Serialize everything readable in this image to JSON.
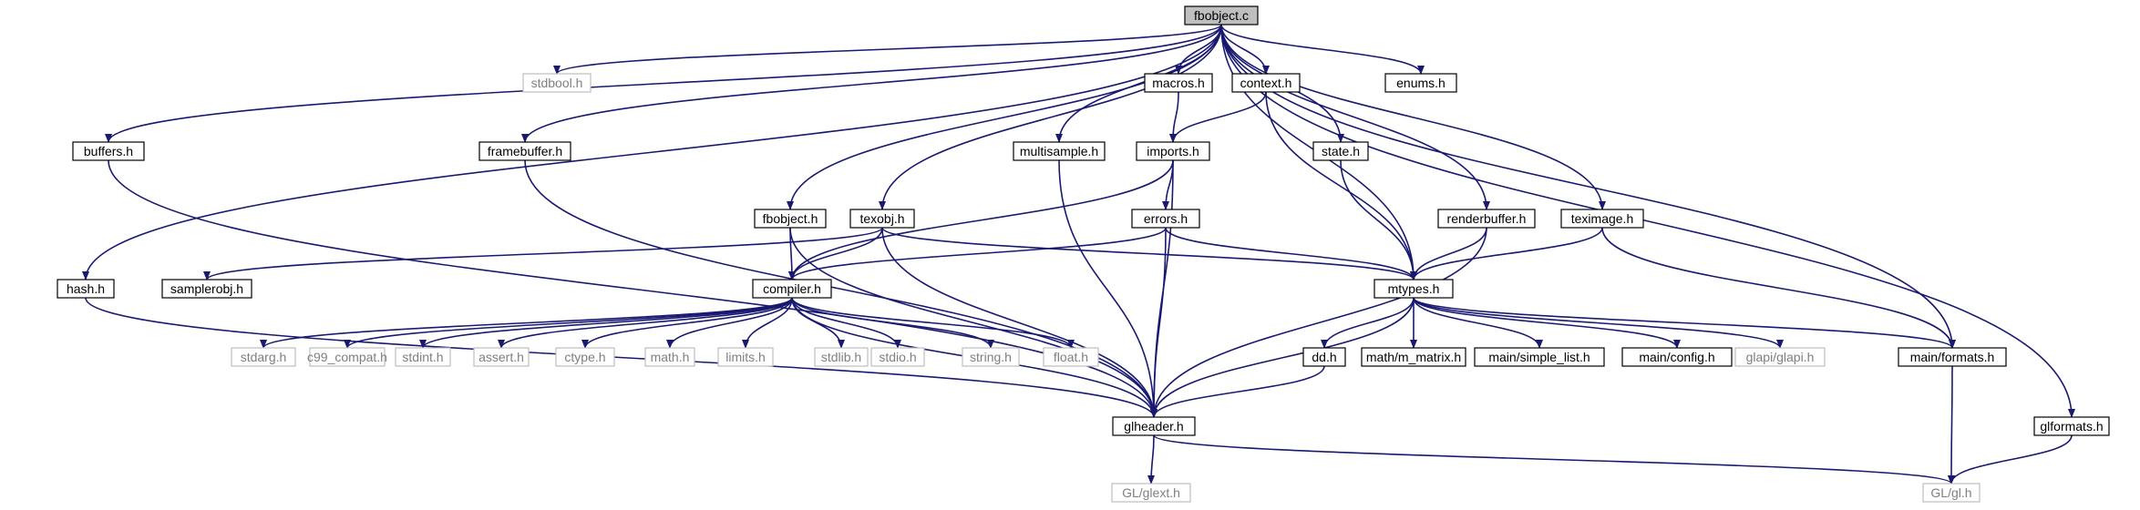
{
  "graph": {
    "colors": {
      "edge": "#191970",
      "node_border": "#000000",
      "system_border": "#bfbfbf",
      "system_text": "#7f7f7f",
      "root_fill": "#bfbfbf",
      "node_fill": "#ffffff",
      "text": "#000000"
    },
    "nodes": [
      {
        "id": "fbobject_c",
        "label": "fbobject.c",
        "kind": "root"
      },
      {
        "id": "stdbool_h",
        "label": "stdbool.h",
        "kind": "system"
      },
      {
        "id": "macros_h",
        "label": "macros.h",
        "kind": "local"
      },
      {
        "id": "context_h",
        "label": "context.h",
        "kind": "local"
      },
      {
        "id": "enums_h",
        "label": "enums.h",
        "kind": "local"
      },
      {
        "id": "buffers_h",
        "label": "buffers.h",
        "kind": "local"
      },
      {
        "id": "framebuffer_h",
        "label": "framebuffer.h",
        "kind": "local"
      },
      {
        "id": "multisample_h",
        "label": "multisample.h",
        "kind": "local"
      },
      {
        "id": "imports_h",
        "label": "imports.h",
        "kind": "local"
      },
      {
        "id": "state_h",
        "label": "state.h",
        "kind": "local"
      },
      {
        "id": "fbobject_h",
        "label": "fbobject.h",
        "kind": "local"
      },
      {
        "id": "texobj_h",
        "label": "texobj.h",
        "kind": "local"
      },
      {
        "id": "errors_h",
        "label": "errors.h",
        "kind": "local"
      },
      {
        "id": "renderbuffer_h",
        "label": "renderbuffer.h",
        "kind": "local"
      },
      {
        "id": "teximage_h",
        "label": "teximage.h",
        "kind": "local"
      },
      {
        "id": "hash_h",
        "label": "hash.h",
        "kind": "local"
      },
      {
        "id": "samplerobj_h",
        "label": "samplerobj.h",
        "kind": "local"
      },
      {
        "id": "compiler_h",
        "label": "compiler.h",
        "kind": "local"
      },
      {
        "id": "mtypes_h",
        "label": "mtypes.h",
        "kind": "local"
      },
      {
        "id": "stdarg_h",
        "label": "stdarg.h",
        "kind": "system"
      },
      {
        "id": "c99_compat_h",
        "label": "c99_compat.h",
        "kind": "system"
      },
      {
        "id": "stdint_h",
        "label": "stdint.h",
        "kind": "system"
      },
      {
        "id": "assert_h",
        "label": "assert.h",
        "kind": "system"
      },
      {
        "id": "ctype_h",
        "label": "ctype.h",
        "kind": "system"
      },
      {
        "id": "math_h",
        "label": "math.h",
        "kind": "system"
      },
      {
        "id": "limits_h",
        "label": "limits.h",
        "kind": "system"
      },
      {
        "id": "stdlib_h",
        "label": "stdlib.h",
        "kind": "system"
      },
      {
        "id": "stdio_h",
        "label": "stdio.h",
        "kind": "system"
      },
      {
        "id": "string_h",
        "label": "string.h",
        "kind": "system"
      },
      {
        "id": "float_h",
        "label": "float.h",
        "kind": "system"
      },
      {
        "id": "dd_h",
        "label": "dd.h",
        "kind": "local"
      },
      {
        "id": "m_matrix_h",
        "label": "math/m_matrix.h",
        "kind": "local"
      },
      {
        "id": "simple_list_h",
        "label": "main/simple_list.h",
        "kind": "local"
      },
      {
        "id": "config_h",
        "label": "main/config.h",
        "kind": "local"
      },
      {
        "id": "glapi_h",
        "label": "glapi/glapi.h",
        "kind": "system"
      },
      {
        "id": "formats_h",
        "label": "main/formats.h",
        "kind": "local"
      },
      {
        "id": "glformats_h",
        "label": "glformats.h",
        "kind": "local"
      },
      {
        "id": "glheader_h",
        "label": "glheader.h",
        "kind": "local"
      },
      {
        "id": "glext_h",
        "label": "GL/glext.h",
        "kind": "system"
      },
      {
        "id": "gl_h",
        "label": "GL/gl.h",
        "kind": "system"
      }
    ],
    "edges": [
      [
        "fbobject_c",
        "stdbool_h"
      ],
      [
        "fbobject_c",
        "buffers_h"
      ],
      [
        "fbobject_c",
        "framebuffer_h"
      ],
      [
        "fbobject_c",
        "hash_h"
      ],
      [
        "fbobject_c",
        "fbobject_h"
      ],
      [
        "fbobject_c",
        "texobj_h"
      ],
      [
        "fbobject_c",
        "multisample_h"
      ],
      [
        "fbobject_c",
        "macros_h"
      ],
      [
        "fbobject_c",
        "context_h"
      ],
      [
        "fbobject_c",
        "state_h"
      ],
      [
        "fbobject_c",
        "mtypes_h"
      ],
      [
        "fbobject_c",
        "renderbuffer_h"
      ],
      [
        "fbobject_c",
        "teximage_h"
      ],
      [
        "fbobject_c",
        "formats_h"
      ],
      [
        "fbobject_c",
        "glformats_h"
      ],
      [
        "fbobject_c",
        "enums_h"
      ],
      [
        "buffers_h",
        "glheader_h"
      ],
      [
        "framebuffer_h",
        "glheader_h"
      ],
      [
        "multisample_h",
        "glheader_h"
      ],
      [
        "macros_h",
        "imports_h"
      ],
      [
        "context_h",
        "imports_h"
      ],
      [
        "context_h",
        "mtypes_h"
      ],
      [
        "imports_h",
        "errors_h"
      ],
      [
        "imports_h",
        "compiler_h"
      ],
      [
        "imports_h",
        "glheader_h"
      ],
      [
        "state_h",
        "mtypes_h"
      ],
      [
        "fbobject_h",
        "compiler_h"
      ],
      [
        "fbobject_h",
        "glheader_h"
      ],
      [
        "texobj_h",
        "compiler_h"
      ],
      [
        "texobj_h",
        "samplerobj_h"
      ],
      [
        "texobj_h",
        "mtypes_h"
      ],
      [
        "texobj_h",
        "glheader_h"
      ],
      [
        "errors_h",
        "compiler_h"
      ],
      [
        "errors_h",
        "mtypes_h"
      ],
      [
        "errors_h",
        "glheader_h"
      ],
      [
        "renderbuffer_h",
        "mtypes_h"
      ],
      [
        "renderbuffer_h",
        "glheader_h"
      ],
      [
        "teximage_h",
        "mtypes_h"
      ],
      [
        "teximage_h",
        "formats_h"
      ],
      [
        "hash_h",
        "glheader_h"
      ],
      [
        "compiler_h",
        "stdarg_h"
      ],
      [
        "compiler_h",
        "c99_compat_h"
      ],
      [
        "compiler_h",
        "stdint_h"
      ],
      [
        "compiler_h",
        "assert_h"
      ],
      [
        "compiler_h",
        "ctype_h"
      ],
      [
        "compiler_h",
        "math_h"
      ],
      [
        "compiler_h",
        "limits_h"
      ],
      [
        "compiler_h",
        "stdlib_h"
      ],
      [
        "compiler_h",
        "stdio_h"
      ],
      [
        "compiler_h",
        "string_h"
      ],
      [
        "compiler_h",
        "float_h"
      ],
      [
        "compiler_h",
        "glheader_h"
      ],
      [
        "mtypes_h",
        "glheader_h"
      ],
      [
        "mtypes_h",
        "dd_h"
      ],
      [
        "mtypes_h",
        "m_matrix_h"
      ],
      [
        "mtypes_h",
        "simple_list_h"
      ],
      [
        "mtypes_h",
        "config_h"
      ],
      [
        "mtypes_h",
        "glapi_h"
      ],
      [
        "mtypes_h",
        "formats_h"
      ],
      [
        "dd_h",
        "glheader_h"
      ],
      [
        "formats_h",
        "gl_h"
      ],
      [
        "glformats_h",
        "gl_h"
      ],
      [
        "glheader_h",
        "glext_h"
      ],
      [
        "glheader_h",
        "gl_h"
      ]
    ]
  }
}
